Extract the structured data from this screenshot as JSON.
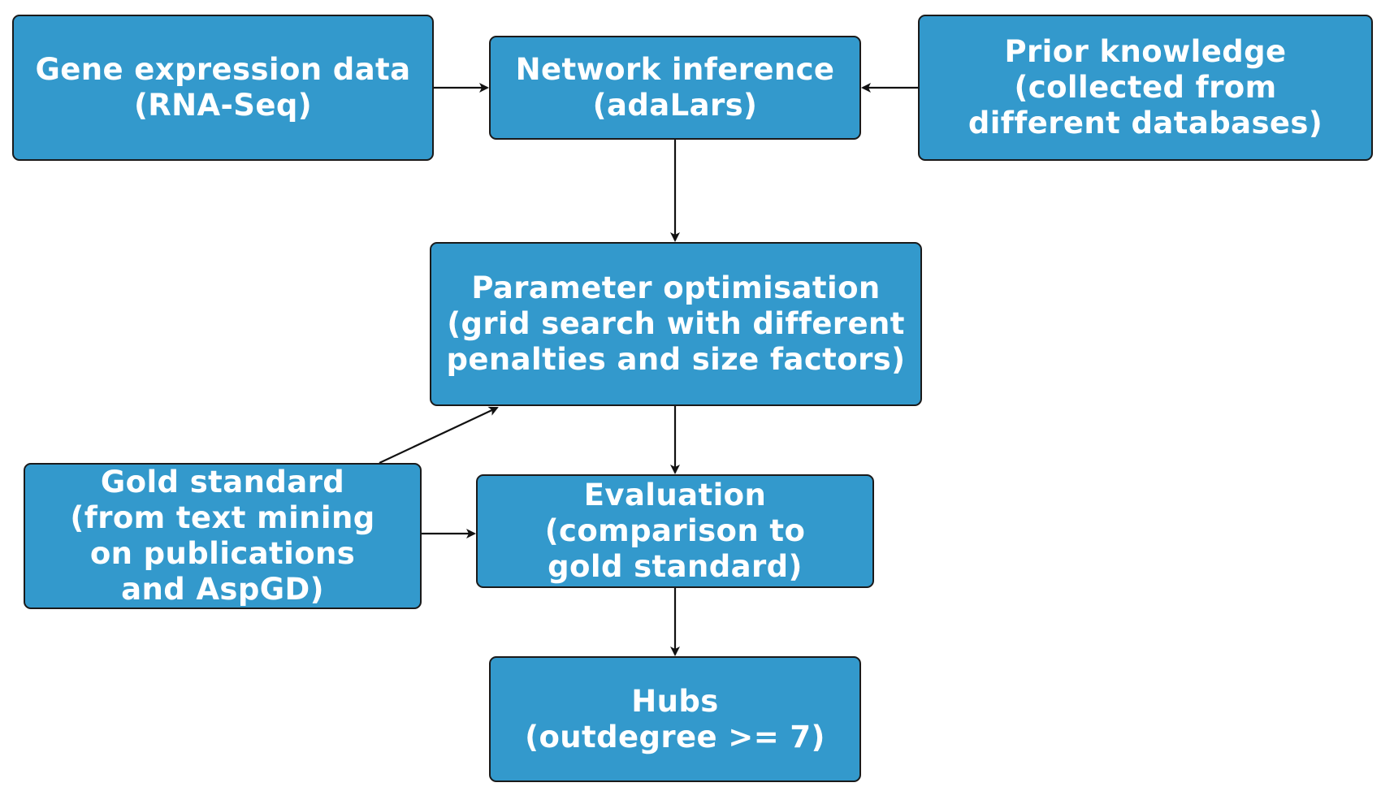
{
  "nodes": {
    "gene_expression": {
      "line1": "Gene expression data",
      "line2": "(RNA-Seq)"
    },
    "network_inference": {
      "line1": "Network inference",
      "line2": "(adaLars)"
    },
    "prior_knowledge": {
      "line1": "Prior knowledge",
      "line2": "(collected from",
      "line3": "different databases)"
    },
    "parameter_optimisation": {
      "line1": "Parameter optimisation",
      "line2": "(grid search with different",
      "line3": "penalties and size factors)"
    },
    "gold_standard": {
      "line1": "Gold standard",
      "line2": "(from text mining",
      "line3": "on publications",
      "line4": "and AspGD)"
    },
    "evaluation": {
      "line1": "Evaluation",
      "line2": "(comparison to",
      "line3": "gold standard)"
    },
    "hubs": {
      "line1": "Hubs",
      "line2": "(outdegree >= 7)"
    }
  },
  "edges": [
    {
      "from": "gene_expression",
      "to": "network_inference"
    },
    {
      "from": "prior_knowledge",
      "to": "network_inference"
    },
    {
      "from": "network_inference",
      "to": "parameter_optimisation"
    },
    {
      "from": "gold_standard",
      "to": "parameter_optimisation"
    },
    {
      "from": "gold_standard",
      "to": "evaluation"
    },
    {
      "from": "parameter_optimisation",
      "to": "evaluation"
    },
    {
      "from": "evaluation",
      "to": "hubs"
    }
  ],
  "colors": {
    "box_fill": "#3399cc",
    "box_border": "#1a1a1a",
    "text": "#ffffff",
    "arrow": "#111111"
  }
}
